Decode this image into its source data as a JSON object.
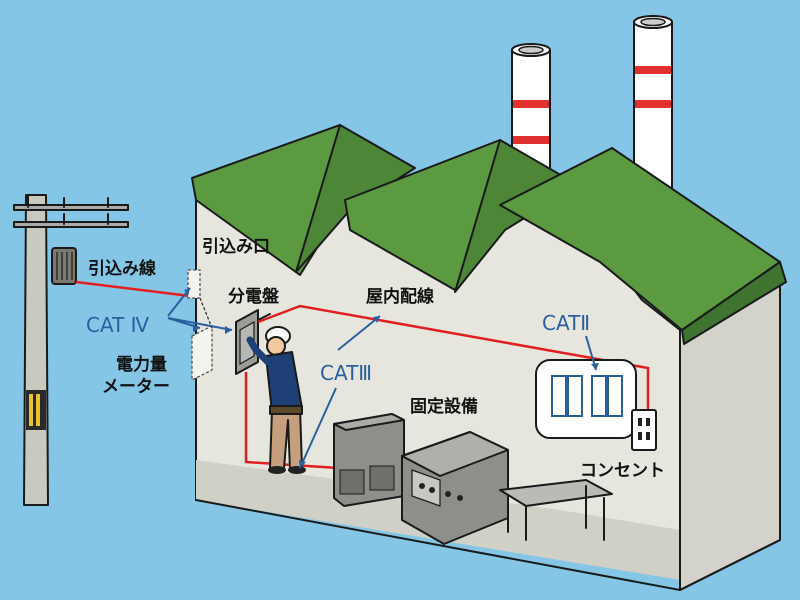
{
  "colors": {
    "sky": "#85c6e6",
    "wall": "#d7d7cf",
    "roof": "#5b9a41",
    "wire": "#e02020",
    "cat_label": "#2a5f9e",
    "chimney_band": "#e03030"
  },
  "labels": {
    "service_drop": "引込み線",
    "service_entrance": "引込み口",
    "distribution_board": "分電盤",
    "indoor_wiring": "屋内配線",
    "watt_meter_line1": "電力量",
    "watt_meter_line2": "メーター",
    "fixed_equipment": "固定設備",
    "outlet": "コンセント"
  },
  "categories": {
    "cat4": "CAT Ⅳ",
    "cat3": "CATⅢ",
    "cat2": "CATⅡ"
  }
}
